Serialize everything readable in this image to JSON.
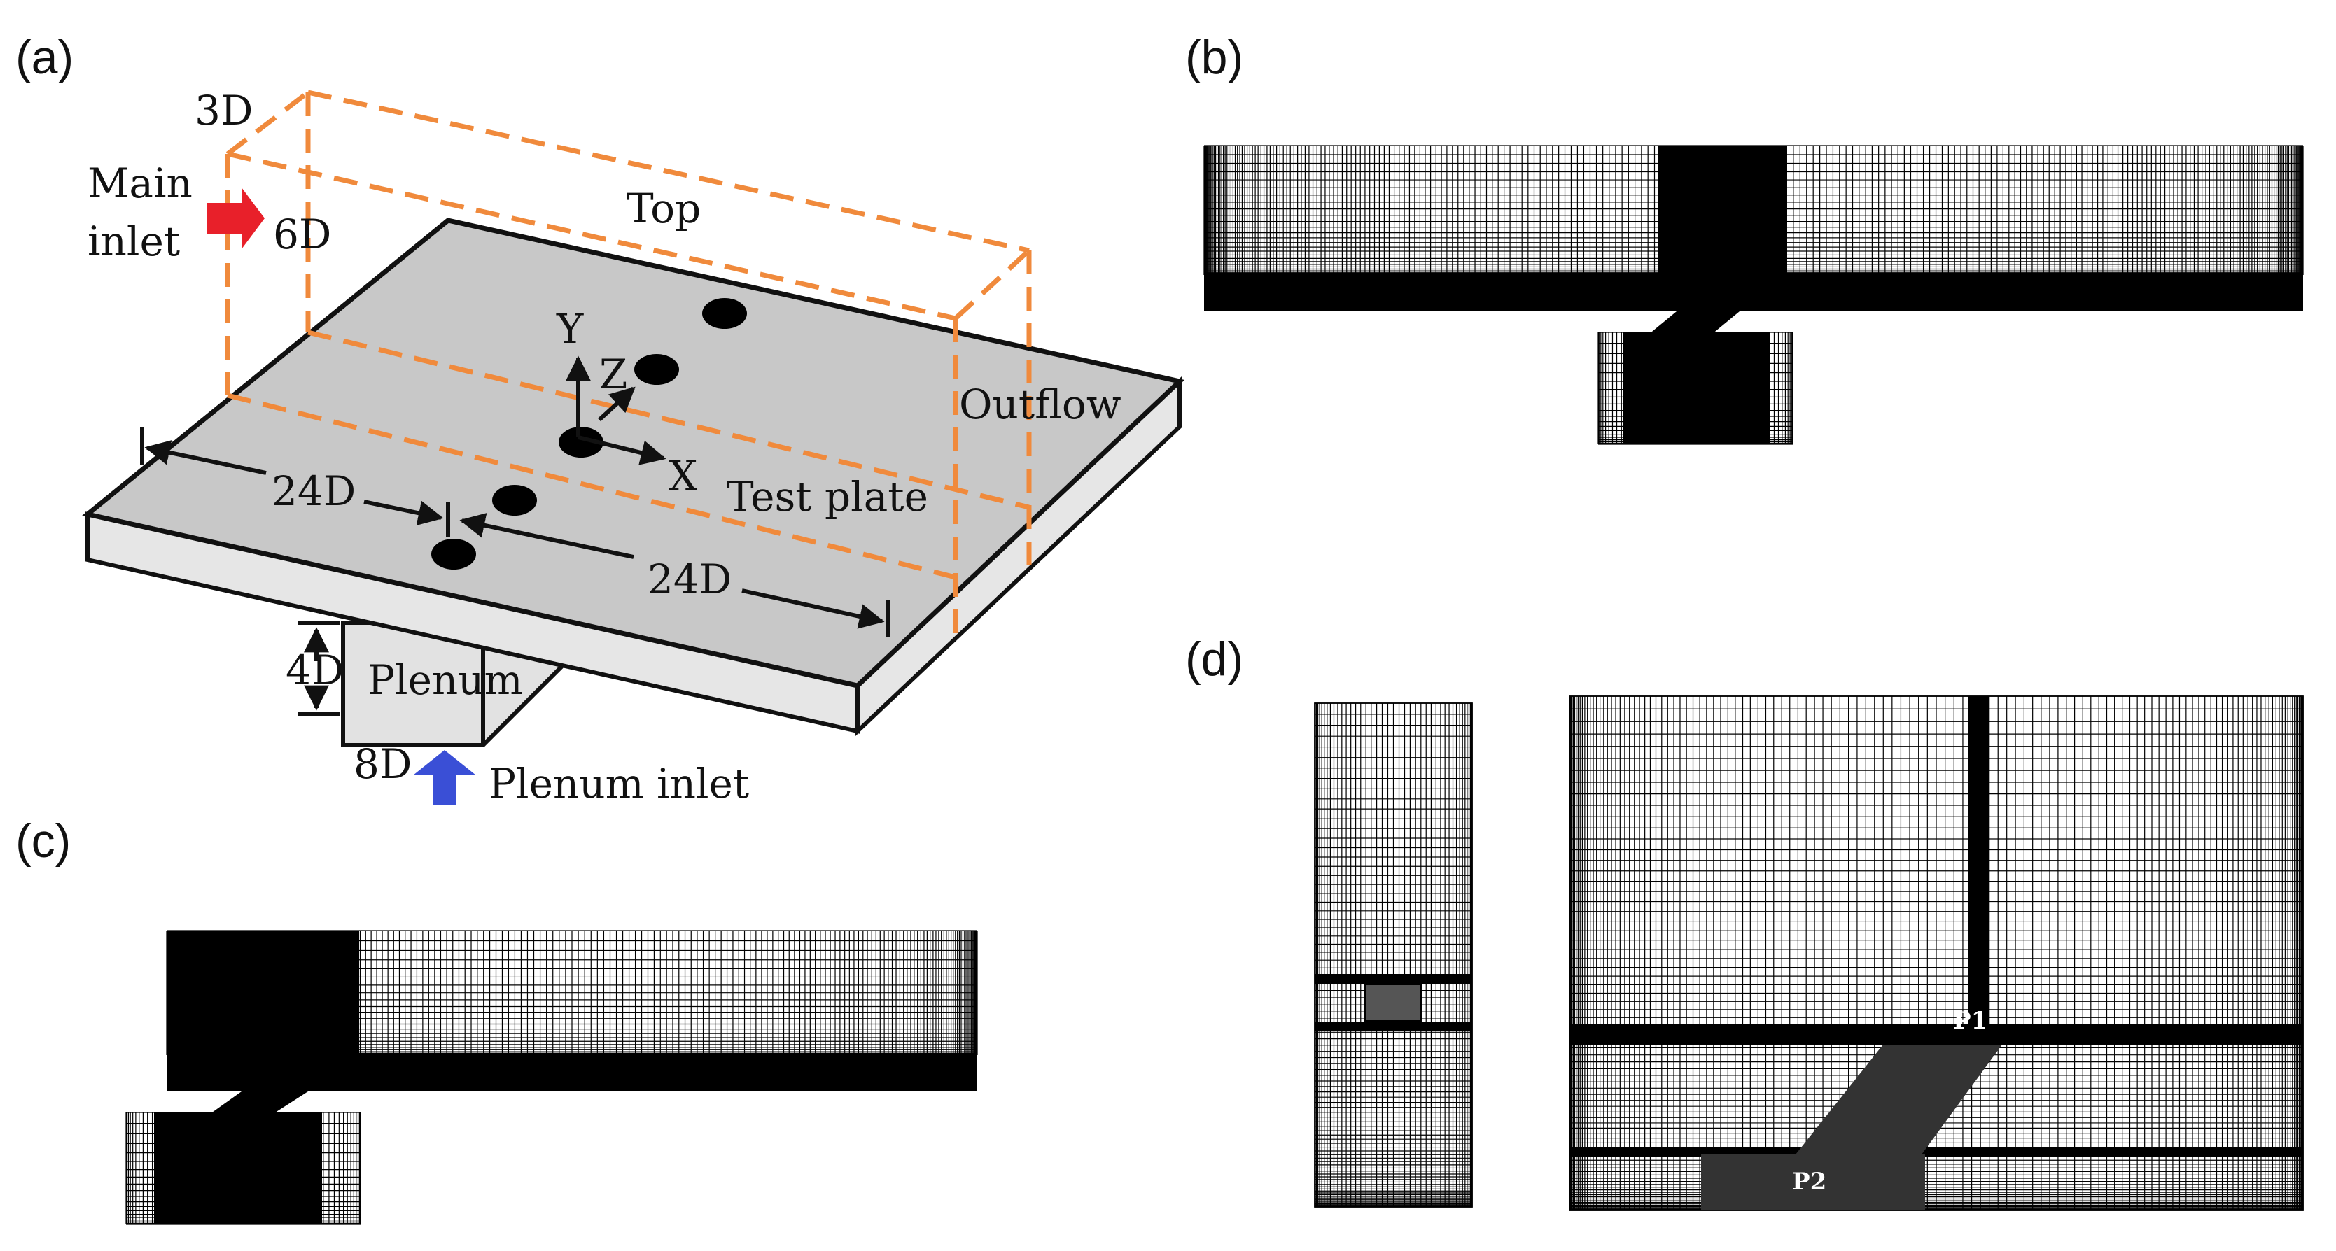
{
  "panels": {
    "a": {
      "label": "(a)"
    },
    "b": {
      "label": "(b)"
    },
    "c": {
      "label": "(c)"
    },
    "d": {
      "label": "(d)"
    }
  },
  "diagram": {
    "dim_3d": "3D",
    "main_inlet_line1": "Main",
    "main_inlet_line2": "inlet",
    "dim_6d": "6D",
    "top": "Top",
    "axis_y": "Y",
    "axis_z": "Z",
    "axis_x": "X",
    "outflow": "Outflow",
    "dim_24d_left": "24D",
    "test_plate": "Test plate",
    "dim_24d_right": "24D",
    "dim_4d": "4D",
    "plenum": "Plenum",
    "dim_8d": "8D",
    "plenum_inlet": "Plenum inlet"
  },
  "mesh": {
    "p1": "P1",
    "p2": "P2"
  },
  "colors": {
    "domain_outline": "#f08a3c",
    "main_inlet_arrow": "#e8202a",
    "plenum_inlet_arrow": "#3a4fd6",
    "plate_fill": "#c8c8c8",
    "plate_edge": "#e6e6e6",
    "mesh": "#000000"
  }
}
